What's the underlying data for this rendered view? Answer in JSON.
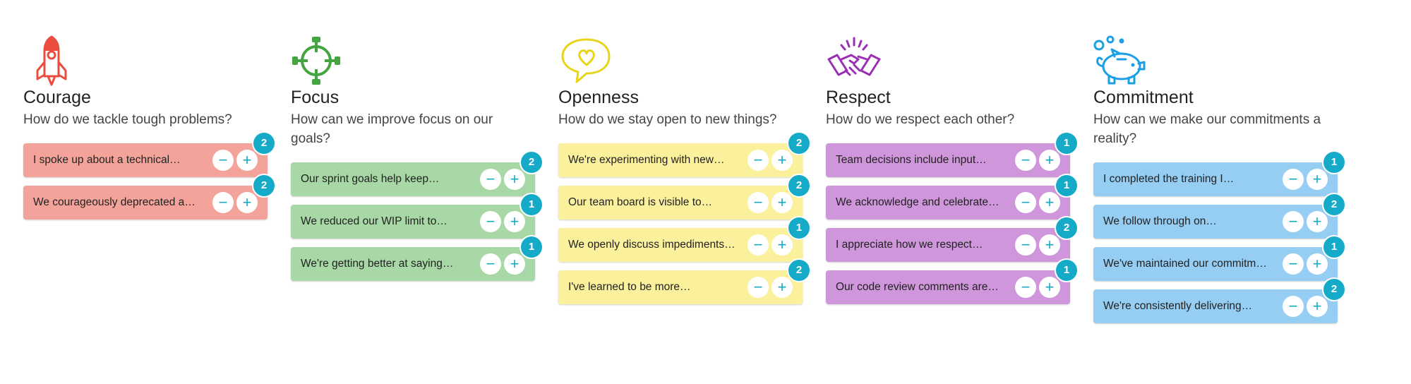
{
  "colors": {
    "courage": "#f4a39a",
    "focus": "#a8d8a6",
    "openness": "#fbf09b",
    "respect": "#cf96dc",
    "commitment": "#96cdf3",
    "accent": "#14aac8"
  },
  "columns": [
    {
      "key": "courage",
      "icon": "rocket-icon",
      "title": "Courage",
      "question": "How do we tackle tough problems?",
      "cards": [
        {
          "text": "I spoke up about a technical…",
          "votes": "2"
        },
        {
          "text": "We courageously deprecated a…",
          "votes": "2"
        }
      ]
    },
    {
      "key": "focus",
      "icon": "target-icon",
      "title": "Focus",
      "question": "How can we improve focus on our goals?",
      "cards": [
        {
          "text": "Our sprint goals help keep…",
          "votes": "2"
        },
        {
          "text": "We reduced our WIP limit to…",
          "votes": "1"
        },
        {
          "text": "We're getting better at saying…",
          "votes": "1"
        }
      ]
    },
    {
      "key": "openness",
      "icon": "heart-speech-bubble-icon",
      "title": "Openness",
      "question": "How do we stay open to new things?",
      "cards": [
        {
          "text": "We're experimenting with new…",
          "votes": "2"
        },
        {
          "text": "Our team board is visible to…",
          "votes": "2"
        },
        {
          "text": "We openly discuss impediments…",
          "votes": "1"
        },
        {
          "text": "I've learned to be more…",
          "votes": "2"
        }
      ]
    },
    {
      "key": "respect",
      "icon": "handshake-icon",
      "title": "Respect",
      "question": "How do we respect each other?",
      "cards": [
        {
          "text": "Team decisions include input…",
          "votes": "1"
        },
        {
          "text": "We acknowledge and celebrate…",
          "votes": "1"
        },
        {
          "text": "I appreciate how we respect…",
          "votes": "2"
        },
        {
          "text": "Our code review comments are…",
          "votes": "1"
        }
      ]
    },
    {
      "key": "commitment",
      "icon": "piggy-bank-icon",
      "title": "Commitment",
      "question": "How can we make our commitments a reality?",
      "cards": [
        {
          "text": "I completed the training I…",
          "votes": "1"
        },
        {
          "text": "We follow through on…",
          "votes": "2"
        },
        {
          "text": "We've maintained our commitment…",
          "votes": "1"
        },
        {
          "text": "We're consistently delivering…",
          "votes": "2"
        }
      ]
    }
  ],
  "buttons": {
    "minus": "−",
    "plus": "+"
  }
}
